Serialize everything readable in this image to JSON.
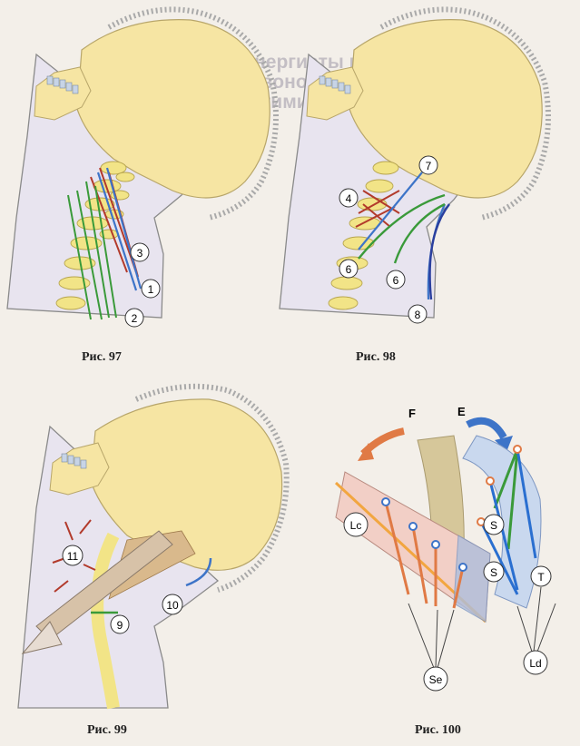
{
  "background_heading": {
    "lines": [
      "Синергисты мышц-агонисты",
      "позвоночника шеи и головы",
      "другими частями мышц"
    ]
  },
  "figures": [
    {
      "id": "97",
      "caption": "Рис. 97",
      "labels": [
        "1",
        "2",
        "3"
      ]
    },
    {
      "id": "98",
      "caption": "Рис. 98",
      "labels": [
        "4",
        "6",
        "6",
        "7",
        "8"
      ]
    },
    {
      "id": "99",
      "caption": "Рис. 99",
      "labels": [
        "9",
        "10",
        "11"
      ]
    },
    {
      "id": "100",
      "caption": "Рис. 100",
      "labels": {
        "f": "F",
        "e": "E",
        "lc": "Lc",
        "s1": "S",
        "s2": "S",
        "t": "T",
        "ld": "Ld",
        "se": "Se"
      }
    }
  ],
  "colors": {
    "skull": "#f6e5a3",
    "neck": "#e8e4ef",
    "vertebra": "#f2e487",
    "red_arrow": "#b23a2b",
    "blue_arrow": "#3d74c8",
    "green_arrow": "#3a9a3a",
    "orange_arrow": "#e07a45",
    "navy_arrow": "#2a3f9e"
  }
}
